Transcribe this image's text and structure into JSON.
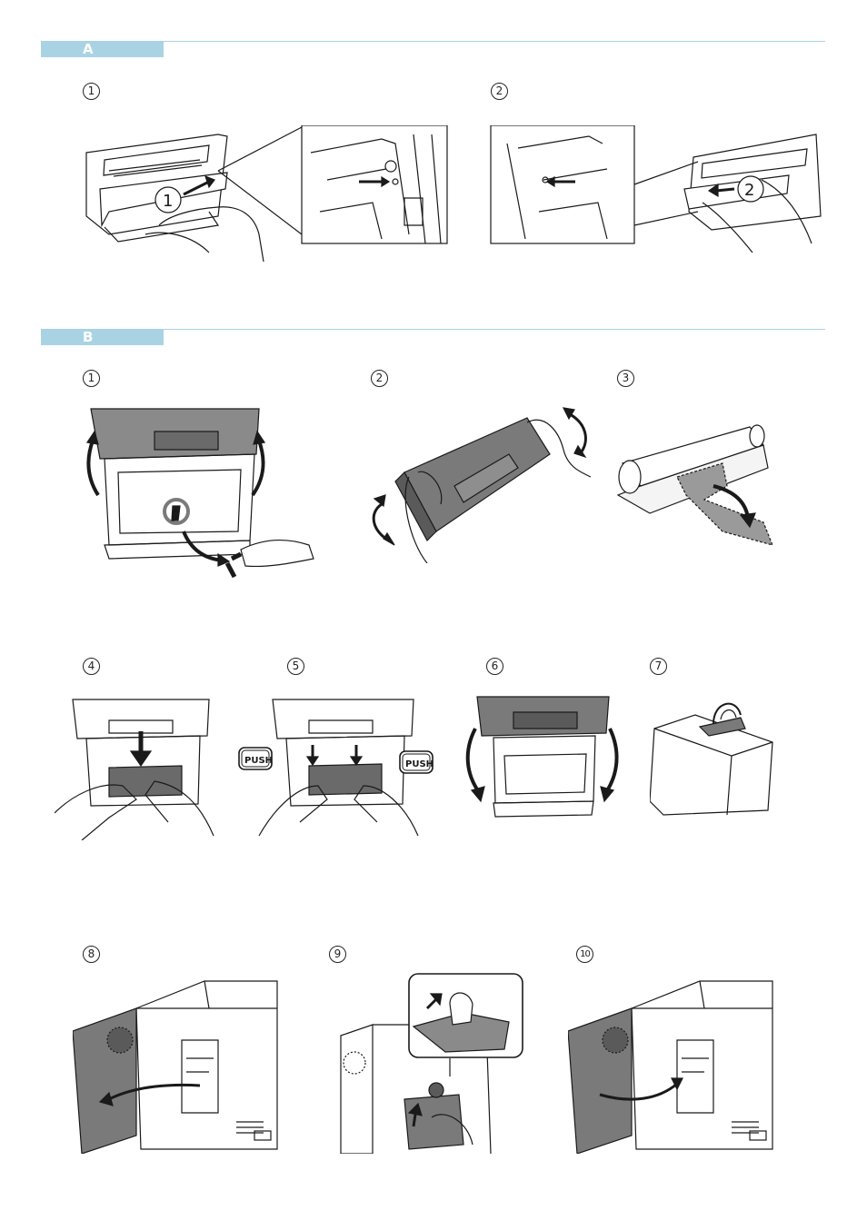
{
  "sections": [
    {
      "label": "A"
    },
    {
      "label": "B"
    }
  ],
  "steps_a": [
    "1",
    "2"
  ],
  "steps_b": [
    "1",
    "2",
    "3",
    "4",
    "5",
    "6",
    "7",
    "8",
    "9",
    "10"
  ],
  "callouts": {
    "a1_badge": "1",
    "a2_badge": "2",
    "push_left": "PUSH",
    "push_right": "PUSH"
  },
  "colors": {
    "section_bar": "#a9d3e3",
    "line_art": "#1a1a1a",
    "shade_dark": "#6a6a6a",
    "shade_mid": "#9a9a9a"
  }
}
